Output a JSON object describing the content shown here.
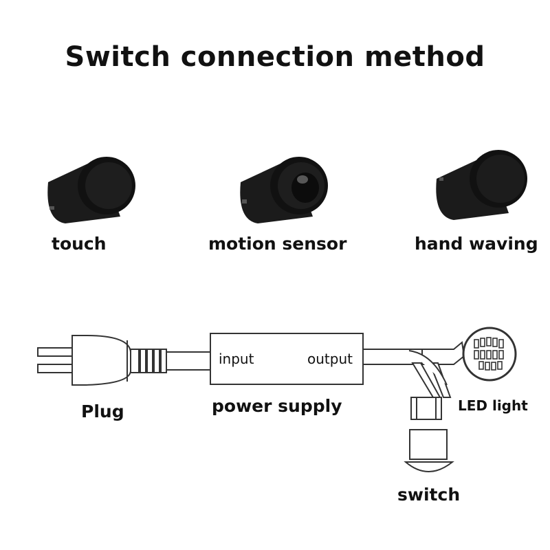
{
  "title": "Switch connection method",
  "sensors": [
    {
      "label": "touch",
      "icon": "touch-sensor-icon"
    },
    {
      "label": "motion sensor",
      "icon": "motion-sensor-icon"
    },
    {
      "label": "hand waving",
      "icon": "hand-waving-sensor-icon"
    }
  ],
  "diagram": {
    "plug": "Plug",
    "power_supply": "power supply",
    "input": "input",
    "output": "output",
    "led_light": "LED light",
    "switch": "switch"
  },
  "colors": {
    "sensor_body": "#1c1c1c",
    "line": "#333333"
  }
}
